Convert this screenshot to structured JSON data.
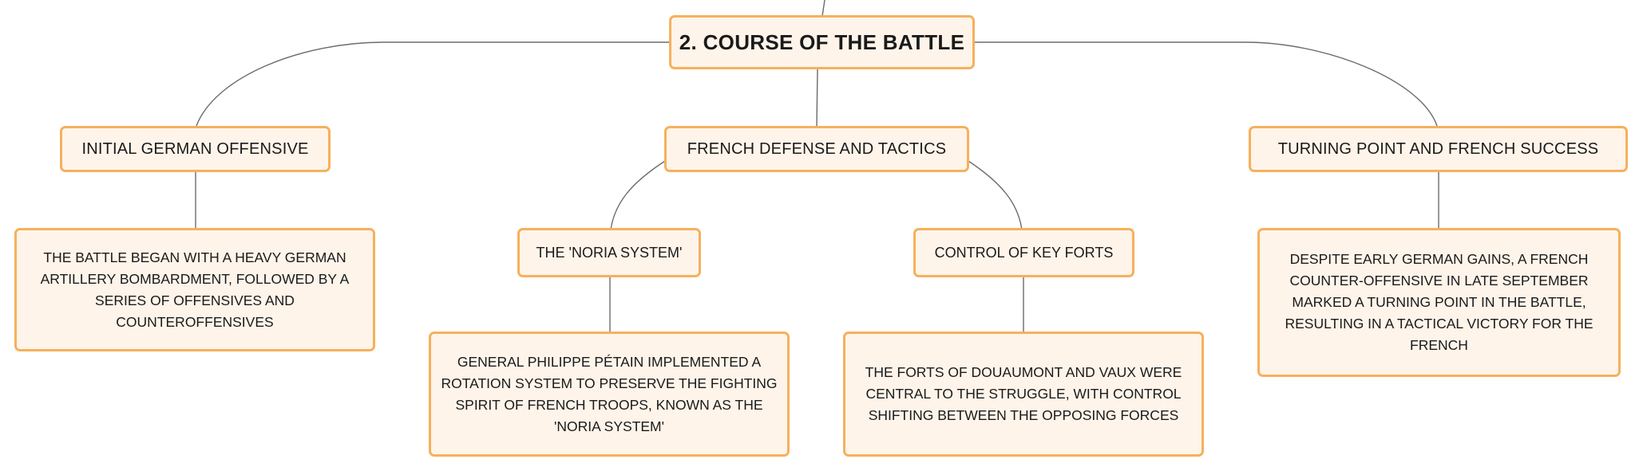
{
  "root": {
    "label": "2. COURSE OF THE BATTLE"
  },
  "branches": [
    {
      "label": "INITIAL GERMAN OFFENSIVE",
      "detail": "THE BATTLE BEGAN WITH A HEAVY GERMAN ARTILLERY BOMBARDMENT, FOLLOWED BY A SERIES OF OFFENSIVES AND COUNTEROFFENSIVES"
    },
    {
      "label": "FRENCH DEFENSE AND TACTICS",
      "children": [
        {
          "label": "THE 'NORIA SYSTEM'",
          "detail": "GENERAL PHILIPPE PÉTAIN IMPLEMENTED A ROTATION SYSTEM TO PRESERVE THE FIGHTING SPIRIT OF FRENCH TROOPS, KNOWN AS THE 'NORIA SYSTEM'"
        },
        {
          "label": "CONTROL OF KEY FORTS",
          "detail": "THE FORTS OF DOUAUMONT AND VAUX WERE CENTRAL TO THE STRUGGLE, WITH CONTROL SHIFTING BETWEEN THE OPPOSING FORCES"
        }
      ]
    },
    {
      "label": "TURNING POINT AND FRENCH SUCCESS",
      "detail": "DESPITE EARLY GERMAN GAINS, A FRENCH COUNTER-OFFENSIVE IN LATE SEPTEMBER MARKED A TURNING POINT IN THE BATTLE, RESULTING IN A TACTICAL VICTORY FOR THE FRENCH"
    }
  ],
  "colors": {
    "node_fill": "#fef4ea",
    "node_border": "#f6b05c",
    "connector": "#6b6b6b",
    "text": "#1a1a1a"
  }
}
